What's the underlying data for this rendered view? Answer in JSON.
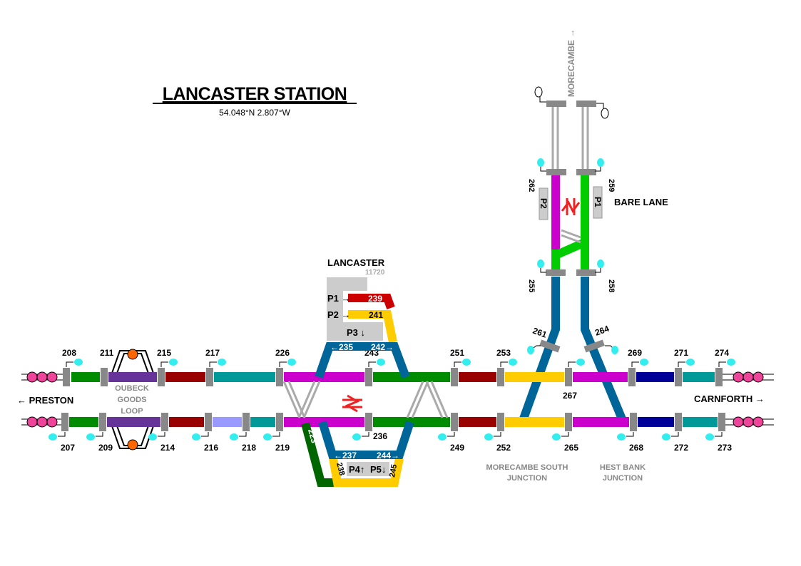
{
  "title": "LANCASTER STATION",
  "coords": "54.048°N 2.807°W",
  "places": {
    "preston": "← PRESTON",
    "carnforth": "CARNFORTH →",
    "morecambe": "MORECAMBE →",
    "bare_lane": "BARE LANE",
    "lancaster": "LANCASTER",
    "lancaster_code": "11720",
    "oubeck": [
      "OUBECK",
      "GOODS",
      "LOOP"
    ],
    "morecambe_south": [
      "MORECAMBE SOUTH",
      "JUNCTION"
    ],
    "hest_bank": [
      "HEST BANK",
      "JUNCTION"
    ]
  },
  "platforms": {
    "p1": "P1 →",
    "p2": "P2 →",
    "p3": "P3 ↓",
    "p4": "P4↑",
    "p5": "P5↓",
    "bare_p1": "P1",
    "bare_p2": "P2"
  },
  "track_labels": {
    "t239": "239",
    "t241": "241",
    "t235": "←235",
    "t242": "242→",
    "t237": "←237",
    "t244": "244→",
    "t238": "238",
    "t245": "245",
    "t223": "223"
  },
  "signals": {
    "up": [
      "208",
      "211",
      "215",
      "217",
      "226",
      "243",
      "251",
      "253",
      "267",
      "269",
      "271",
      "274"
    ],
    "down": [
      "207",
      "209",
      "214",
      "216",
      "218",
      "219",
      "236",
      "249",
      "252",
      "265",
      "268",
      "272",
      "273"
    ],
    "branch": [
      "262",
      "259",
      "255",
      "258",
      "261",
      "264"
    ]
  },
  "colors": {
    "up_segments": [
      "#008c00",
      "#663399",
      "#990000",
      "#009999",
      "#cc00cc",
      "#008c00",
      "#990000",
      "#ffcc00",
      "#cc00cc",
      "#000099",
      "#009999"
    ],
    "down_segments": [
      "#008c00",
      "#663399",
      "#990000",
      "#9999ff",
      "#009999",
      "#cc00cc",
      "#008c00",
      "#990000",
      "#ffcc00",
      "#cc00cc",
      "#000099",
      "#009999"
    ],
    "loop": "#006699",
    "bay_p1": "#cc0000",
    "yellow": "#ffcc00",
    "dark_green": "#006600",
    "bright_green": "#00cc00",
    "signal_head": "#33eeee",
    "buffer": "#ee4499",
    "ground_frame": "#ff6600"
  }
}
